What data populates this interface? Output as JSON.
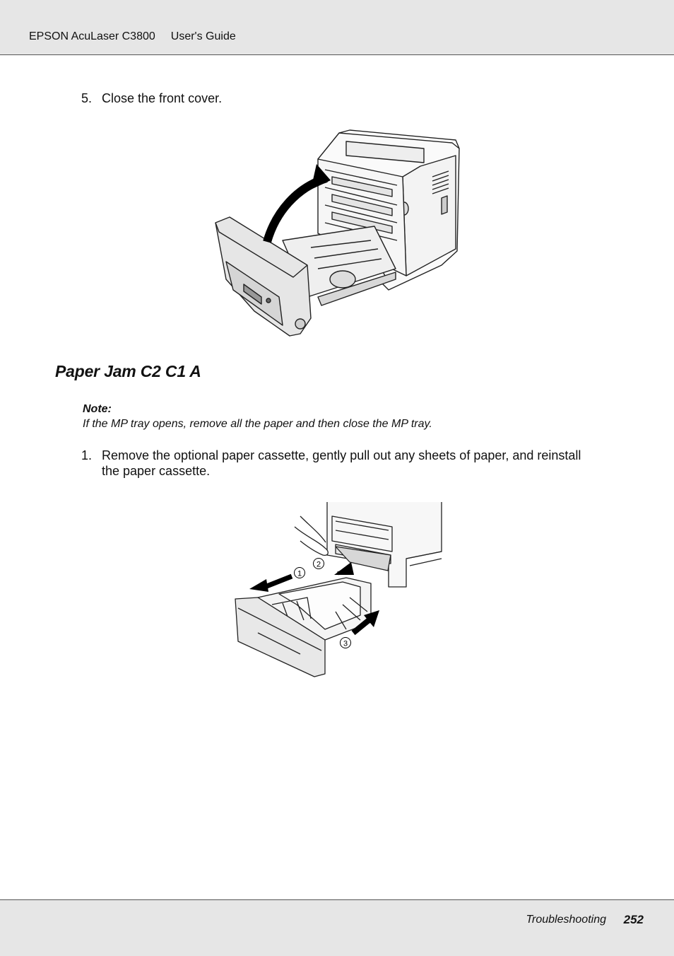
{
  "header": {
    "product": "EPSON AcuLaser C3800",
    "guide": "User's Guide"
  },
  "step5": {
    "number": "5.",
    "text": "Close the front cover."
  },
  "section": {
    "title": "Paper Jam C2 C1 A"
  },
  "note": {
    "label": "Note:",
    "text": "If the MP tray opens, remove all the paper and then close the MP tray."
  },
  "step1": {
    "number": "1.",
    "line1": "Remove the optional paper cassette, gently pull out any sheets of paper, and reinstall",
    "line2": "the paper cassette."
  },
  "figure2": {
    "callout1": "1",
    "callout2": "2",
    "callout3": "3"
  },
  "footer": {
    "section": "Troubleshooting",
    "page": "252"
  }
}
